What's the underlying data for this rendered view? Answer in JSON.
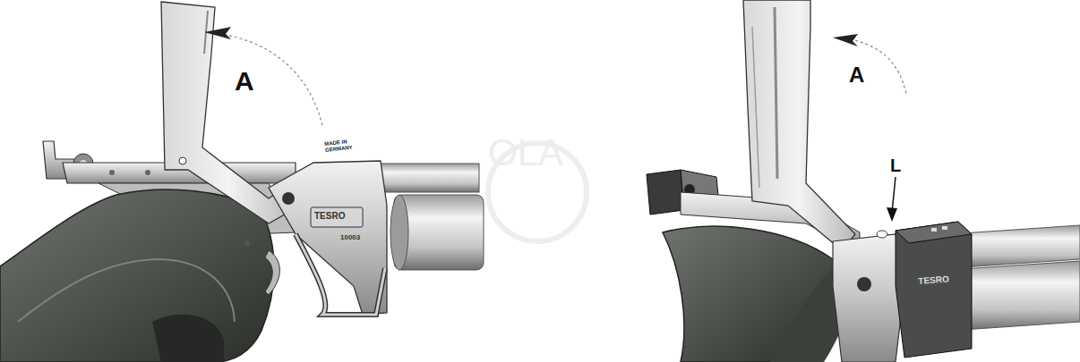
{
  "diagram": {
    "labels": [
      "A",
      "MADE IN GERMANY",
      "TESRO",
      "10003",
      "OLA",
      "A",
      "L",
      "TESRO"
    ]
  }
}
